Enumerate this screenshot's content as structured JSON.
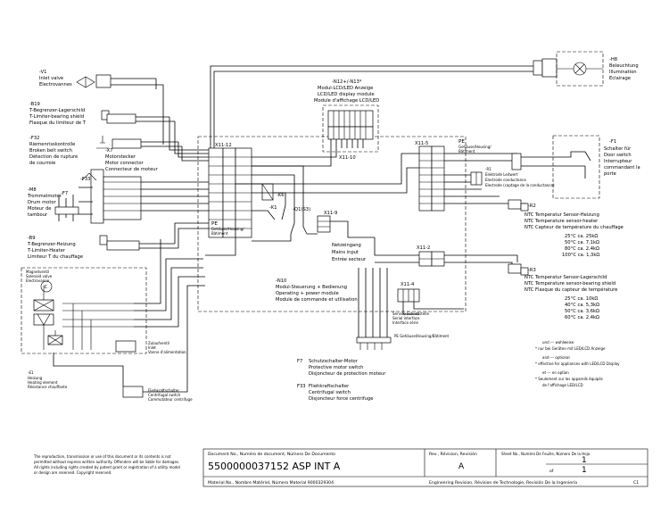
{
  "components": {
    "v1": [
      "-V1",
      "Inlet valve",
      "Electrovannes"
    ],
    "b19": [
      "-B19",
      "T-Begrenzer-Lagerschild",
      "T-Limiter-bearing shield",
      "Flasque du limiteur de T"
    ],
    "f32": [
      "-F32",
      "Riemenrisskontrolle",
      "Broken belt switch",
      "Détection de rupture",
      "de courroie"
    ],
    "x7": [
      "-X7",
      "Motorstecker",
      "Motor connector",
      "Connecteur de moteur"
    ],
    "f33": "-F33",
    "f7": "-F7",
    "m8": [
      "-M8",
      "Trommelmotor",
      "Drum motor",
      "Moteur de",
      "tambour"
    ],
    "b9": [
      "-B9",
      "T-Begrenzer-Heizung",
      "T-Limiter-Heater",
      "Limiteur T du chauffage"
    ],
    "magnet": [
      "Magnetventil",
      "Solenoid valve",
      "Electrovanne"
    ],
    "circle_c": "C",
    "zulauf": [
      "Zulaufventil",
      "Inlet",
      "Vanne d'alimentation"
    ],
    "e1": [
      "-E1",
      "Heizung",
      "Heating element",
      "Résistance chauffante"
    ],
    "fliehkraft_small": [
      "Fliehkraftschalter",
      "Centrifugal switch",
      "Commutateur centrifuge"
    ],
    "n12": [
      "-N12+/-N13*",
      "Modul-LCD/LED Anzeige",
      "LCD/LED display module",
      "Module d'affichage LCD/LED"
    ],
    "connectors": [
      "X11-12",
      "X11-5",
      "X11-10",
      "X11-9",
      "X11-2",
      "X11-4"
    ],
    "relays": [
      "-K6",
      "-K1",
      "-Q1(S3)"
    ],
    "pe_gehaeuse": [
      "PE",
      "Gehäuse/Housing/",
      "Bâtiment"
    ],
    "netz": [
      "Netzeingang",
      "Mains input",
      "Entrée secteur"
    ],
    "n10": [
      "-N10",
      "Modul-Steuerung + Bedienung",
      "Operating + power module",
      "Module de commande et utilisation"
    ],
    "service": [
      "Service Schnittstelle",
      "Serial interface",
      "Interface série"
    ],
    "pe_service": "PE Gehäuse/Housing/Bâtiment",
    "h8": [
      "-H8",
      "Beleuchtung",
      "Illumination",
      "Eclairage"
    ],
    "f1": [
      "-F1",
      "Schalter für",
      "Door switch",
      "Interrupteur",
      "commandant la",
      "porte"
    ],
    "pe_door": [
      "PE",
      "Gehäuse/Housing/",
      "Bâtiment"
    ],
    "electrodes": [
      "-R1",
      "Elektrode Leitwert",
      "Electrode conductance",
      "Electrode (captage de la conductance)"
    ],
    "r2": [
      "-R2",
      "NTC Temperatur Sensor-Heizung",
      "NTC Temperature sensor-heater",
      "NTC Capteur de température du chauffage"
    ],
    "r2_table": [
      "25°C ca. 25kΩ",
      "50°C ca. 7,1kΩ",
      "80°C ca. 2,4kΩ",
      "100°C ca. 1,3kΩ"
    ],
    "r3": [
      "-R3",
      "NTC Temperatur Sensor-Lagerschild",
      "NTC Temperature sensor-bearing shield",
      "NTC Flasque du capteur de température"
    ],
    "r3_table": [
      "25°C ca. 10kΩ",
      "40°C ca. 5,3kΩ",
      "50°C ca. 3,6kΩ",
      "60°C ca. 2,4kΩ"
    ],
    "f7_legend": [
      "F7",
      "Schutzschalter-Motor",
      "Protective motor switch",
      "Disjoncteur de protection moteur"
    ],
    "f33_legend": [
      "F33",
      "Fliehkraftschalter",
      "Centrifugal switch",
      "Disjoncteur force centrifuge"
    ],
    "legend_right": [
      "und --- wahlweise",
      "* nur bei Geräten mit LED/LCD Anzeige",
      "and --- optional",
      "* effective for appliances with LED/LCD Display",
      "et --- en option",
      "* Seulement sur les appareils équipés",
      "de l'affichage LED/LCD"
    ]
  },
  "title_block": {
    "disclaimer": [
      "The reproduction, transmission or use of this document or its contents is not",
      "permitted without express written authority. Offenders will be liable for damages.",
      "All rights including rights created by patent grant or registration of a utility model",
      "or design are reserved. Copyright reserved."
    ],
    "doc_no_label": "Document No., Numéro de document, Número De Documento",
    "doc_no": "5500000037152 ASP INT A",
    "rev_label": "Rev., Révision, Revisión",
    "rev": "A",
    "sheet_label": "Sheet No., Numéro De Feuille, Número De la Hoja",
    "sheet_no": "1",
    "of_label": "of",
    "of_no": "1",
    "material": "Material No., Nombre Matériel, Número Material 9000329304",
    "engineering": "Engineering Revision, Révision de Technologie, Revisión De la Ingeniería",
    "eng_code": "C1"
  }
}
